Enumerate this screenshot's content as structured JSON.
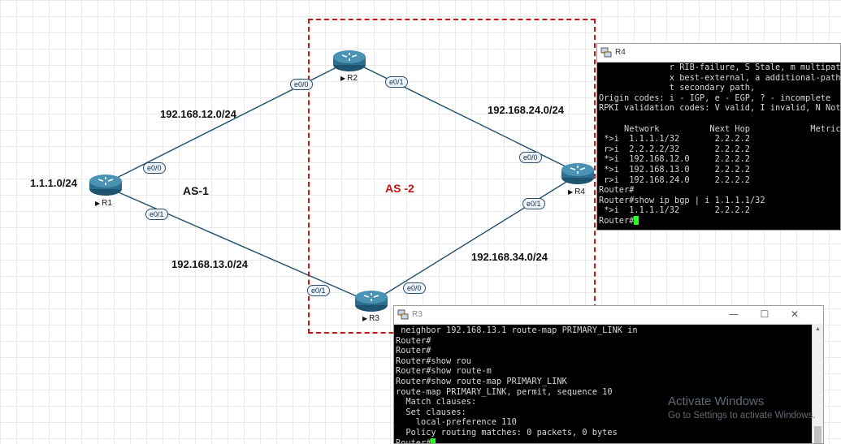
{
  "topology": {
    "as_labels": {
      "as1": "AS-1",
      "as2": "AS -2"
    },
    "colors": {
      "as2": "#cc1111",
      "link": "#1f4e6e",
      "router_fill": "#2d6e8e"
    },
    "routers": [
      {
        "id": "R1",
        "label": "R1",
        "icon": "router-icon"
      },
      {
        "id": "R2",
        "label": "R2",
        "icon": "router-icon"
      },
      {
        "id": "R3",
        "label": "R3",
        "icon": "router-icon"
      },
      {
        "id": "R4",
        "label": "R4",
        "icon": "router-icon"
      }
    ],
    "networks": {
      "r1_loopback": "1.1.1.0/24",
      "r1_r2": "192.168.12.0/24",
      "r1_r3": "192.168.13.0/24",
      "r2_r4": "192.168.24.0/24",
      "r3_r4": "192.168.34.0/24"
    },
    "interfaces": {
      "r1_e00": "e0/0",
      "r1_e01": "e0/1",
      "r2_e00": "e0/0",
      "r2_e01": "e0/1",
      "r3_e01": "e0/1",
      "r3_e00": "e0/0",
      "r4_e00": "e0/0",
      "r4_e01": "e0/1"
    }
  },
  "terminal_r4": {
    "title": "R4",
    "lines": [
      "              r RIB-failure, S Stale, m multipath",
      "              x best-external, a additional-path",
      "              t secondary path,",
      "Origin codes: i - IGP, e - EGP, ? - incomplete",
      "RPKI validation codes: V valid, I invalid, N Not",
      "",
      "     Network          Next Hop            Metric",
      " *>i  1.1.1.1/32       2.2.2.2",
      " r>i  2.2.2.2/32       2.2.2.2",
      " *>i  192.168.12.0     2.2.2.2",
      " *>i  192.168.13.0     2.2.2.2",
      " r>i  192.168.24.0     2.2.2.2",
      "Router#",
      "Router#show ip bgp | i 1.1.1.1/32",
      " *>i  1.1.1.1/32       2.2.2.2"
    ],
    "prompt": "Router#"
  },
  "terminal_r3": {
    "title": "R3",
    "minimize": "—",
    "maximize": "☐",
    "close": "✕",
    "lines": [
      " neighbor 192.168.13.1 route-map PRIMARY_LINK in",
      "Router#",
      "Router#",
      "Router#show rou",
      "Router#show route-m",
      "Router#show route-map PRIMARY_LINK",
      "route-map PRIMARY_LINK, permit, sequence 10",
      "  Match clauses:",
      "  Set clauses:",
      "    local-preference 110",
      "  Policy routing matches: 0 packets, 0 bytes"
    ],
    "prompt": "Router#"
  },
  "watermark": {
    "line1": "Activate Windows",
    "line2": "Go to Settings to activate Windows."
  }
}
